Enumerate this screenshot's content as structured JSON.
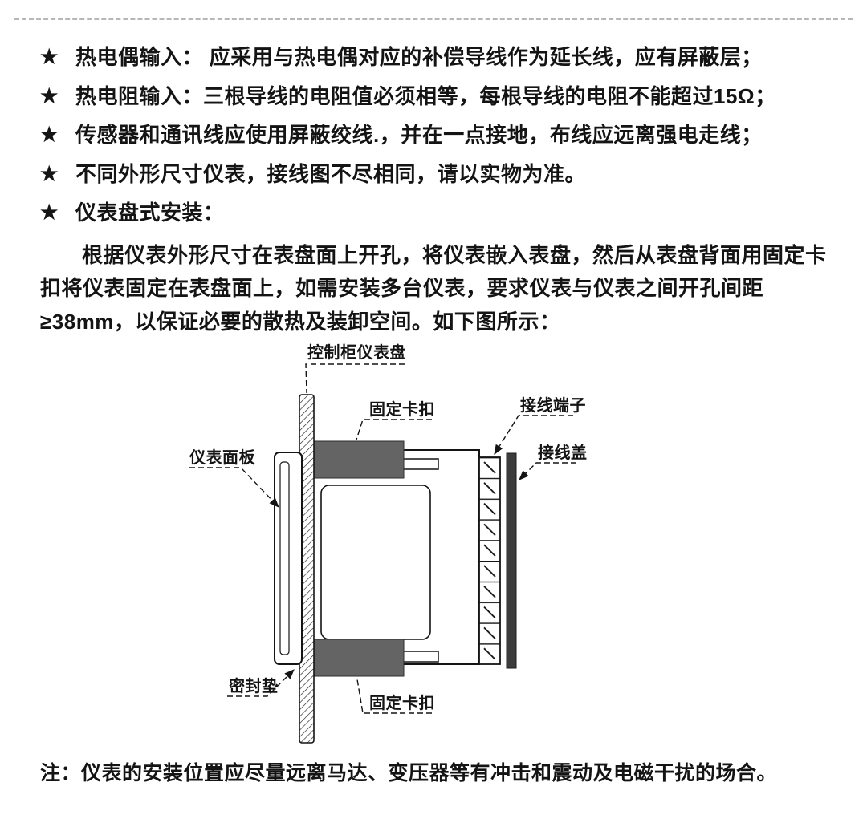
{
  "content": {
    "star": "★",
    "bullets": [
      "热电偶输入： 应采用与热电偶对应的补偿导线作为延长线，应有屏蔽层；",
      "热电阻输入：三根导线的电阻值必须相等，每根导线的电阻不能超过15Ω；",
      "传感器和通讯线应使用屏蔽绞线.，并在一点接地，布线应远离强电走线；",
      "不同外形尺寸仪表，接线图不尽相同，请以实物为准。",
      "仪表盘式安装："
    ],
    "paragraph": "根据仪表外形尺寸在表盘面上开孔，将仪表嵌入表盘，然后从表盘背面用固定卡扣将仪表固定在表盘面上，如需安装多台仪表，要求仪表与仪表之间开孔间距≥38mm，以保证必要的散热及装卸空间。如下图所示：",
    "note": "注：仪表的安装位置应尽量远离马达、变压器等有冲击和震动及电磁干扰的场合。"
  },
  "diagram": {
    "labels": {
      "panel": "控制柜仪表盘",
      "clip_top": "固定卡扣",
      "terminals": "接线端子",
      "cover": "接线盖",
      "faceplate": "仪表面板",
      "gasket": "密封垫",
      "clip_bottom": "固定卡扣"
    },
    "colors": {
      "clip": "#646464",
      "cover": "#3c3c3c",
      "line": "#141414"
    }
  }
}
